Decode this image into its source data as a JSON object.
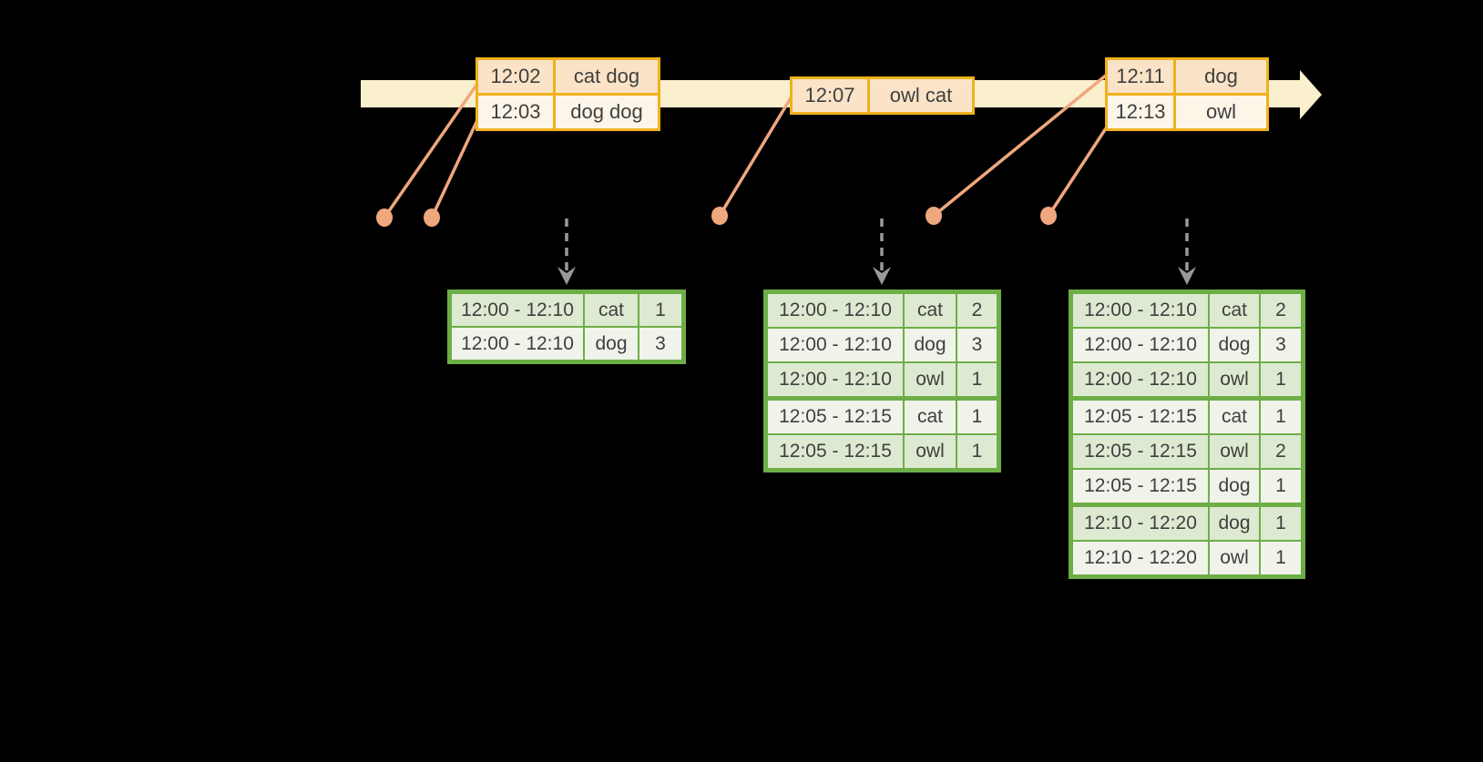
{
  "diagram": {
    "kind": "streaming-windowed-word-count-timeline"
  },
  "colors": {
    "background": "#000000",
    "timeline_band": "#fbf0cd",
    "event_table_border": "#f0b11c",
    "event_row_dark": "#fae3c6",
    "event_row_light": "#fdf5e8",
    "connector": "#efa77d",
    "trigger_arrow_gray": "#999999",
    "result_table_border": "#6dae47",
    "result_row_dark": "#dee9d1",
    "result_row_light": "#eff3ea",
    "text": "#3f3f3f"
  },
  "event_tables": [
    {
      "rows": [
        {
          "time": "12:02",
          "words": "cat dog"
        },
        {
          "time": "12:03",
          "words": "dog dog"
        }
      ]
    },
    {
      "rows": [
        {
          "time": "12:07",
          "words": "owl cat"
        }
      ]
    },
    {
      "rows": [
        {
          "time": "12:11",
          "words": "dog"
        },
        {
          "time": "12:13",
          "words": "owl"
        }
      ]
    }
  ],
  "result_tables": [
    {
      "rows": [
        {
          "window": "12:00 - 12:10",
          "word": "cat",
          "count": "1"
        },
        {
          "window": "12:00 - 12:10",
          "word": "dog",
          "count": "3"
        }
      ]
    },
    {
      "rows": [
        {
          "window": "12:00 - 12:10",
          "word": "cat",
          "count": "2"
        },
        {
          "window": "12:00 - 12:10",
          "word": "dog",
          "count": "3"
        },
        {
          "window": "12:00 - 12:10",
          "word": "owl",
          "count": "1"
        },
        {
          "window": "12:05 - 12:15",
          "word": "cat",
          "count": "1"
        },
        {
          "window": "12:05 - 12:15",
          "word": "owl",
          "count": "1"
        }
      ]
    },
    {
      "rows": [
        {
          "window": "12:00 - 12:10",
          "word": "cat",
          "count": "2"
        },
        {
          "window": "12:00 - 12:10",
          "word": "dog",
          "count": "3"
        },
        {
          "window": "12:00 - 12:10",
          "word": "owl",
          "count": "1"
        },
        {
          "window": "12:05 - 12:15",
          "word": "cat",
          "count": "1"
        },
        {
          "window": "12:05 - 12:15",
          "word": "owl",
          "count": "2"
        },
        {
          "window": "12:05 - 12:15",
          "word": "dog",
          "count": "1"
        },
        {
          "window": "12:10 - 12:20",
          "word": "dog",
          "count": "1"
        },
        {
          "window": "12:10 - 12:20",
          "word": "owl",
          "count": "1"
        }
      ]
    }
  ]
}
